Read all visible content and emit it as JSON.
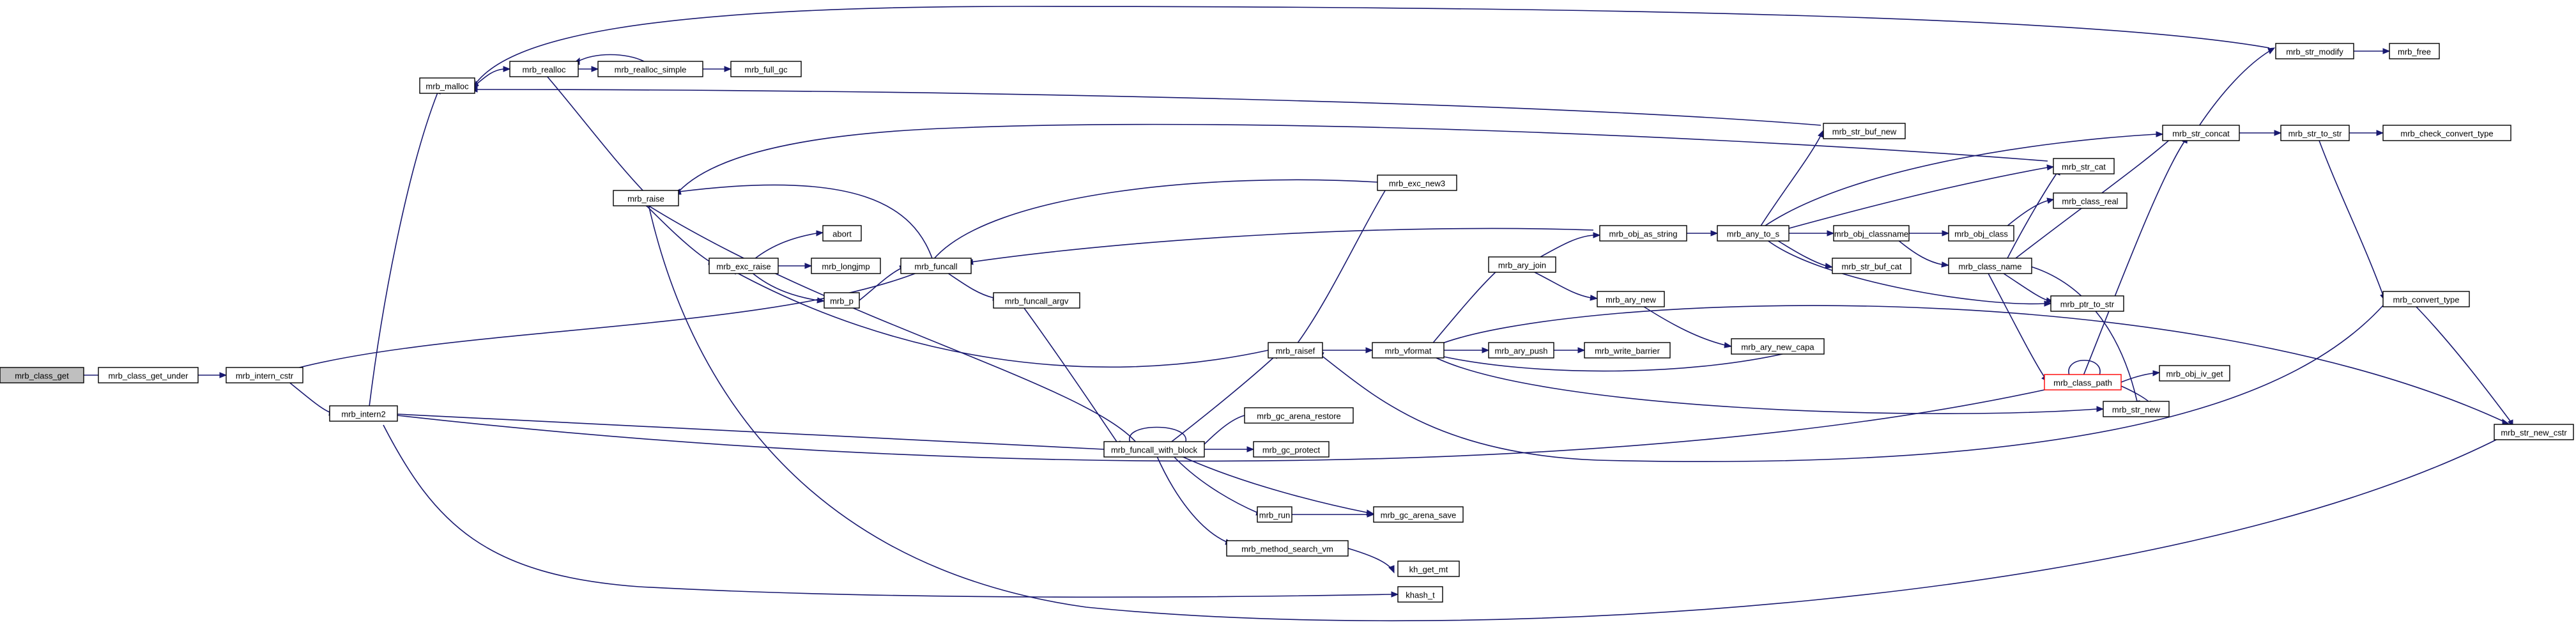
{
  "colors": {
    "edge": "#191970",
    "node_border": "#000000",
    "root_fill": "#bfbfbf",
    "flagged_border": "#ff0000",
    "background": "#ffffff"
  },
  "nodes": {
    "n_class_get": "mrb_class_get",
    "n_class_get_under": "mrb_class_get_under",
    "n_intern_cstr": "mrb_intern_cstr",
    "n_intern2": "mrb_intern2",
    "n_malloc": "mrb_malloc",
    "n_realloc": "mrb_realloc",
    "n_realloc_simple": "mrb_realloc_simple",
    "n_full_gc": "mrb_full_gc",
    "n_raise": "mrb_raise",
    "n_exc_raise": "mrb_exc_raise",
    "n_abort": "abort",
    "n_longjmp": "mrb_longjmp",
    "n_p": "mrb_p",
    "n_funcall": "mrb_funcall",
    "n_funcall_argv": "mrb_funcall_argv",
    "n_exc_new3": "mrb_exc_new3",
    "n_raisef": "mrb_raisef",
    "n_funcall_with_block": "mrb_funcall_with_block",
    "n_gc_arena_restore": "mrb_gc_arena_restore",
    "n_gc_protect": "mrb_gc_protect",
    "n_run": "mrb_run",
    "n_gc_arena_save": "mrb_gc_arena_save",
    "n_method_search_vm": "mrb_method_search_vm",
    "n_kh_get_mt": "kh_get_mt",
    "n_khash_t": "khash_t",
    "n_vformat": "mrb_vformat",
    "n_ary_join": "mrb_ary_join",
    "n_ary_new": "mrb_ary_new",
    "n_ary_push": "mrb_ary_push",
    "n_write_barrier": "mrb_write_barrier",
    "n_ary_new_capa": "mrb_ary_new_capa",
    "n_obj_as_string": "mrb_obj_as_string",
    "n_any_to_s": "mrb_any_to_s",
    "n_str_buf_new": "mrb_str_buf_new",
    "n_obj_classname": "mrb_obj_classname",
    "n_obj_class": "mrb_obj_class",
    "n_class_real": "mrb_class_real",
    "n_class_name": "mrb_class_name",
    "n_str_buf_cat": "mrb_str_buf_cat",
    "n_ptr_to_str": "mrb_ptr_to_str",
    "n_class_path": "mrb_class_path",
    "n_obj_iv_get": "mrb_obj_iv_get",
    "n_str_new": "mrb_str_new",
    "n_str_cat": "mrb_str_cat",
    "n_str_concat": "mrb_str_concat",
    "n_str_modify": "mrb_str_modify",
    "n_free": "mrb_free",
    "n_str_to_str": "mrb_str_to_str",
    "n_check_convert_type": "mrb_check_convert_type",
    "n_convert_type": "mrb_convert_type",
    "n_str_new_cstr": "mrb_str_new_cstr"
  }
}
